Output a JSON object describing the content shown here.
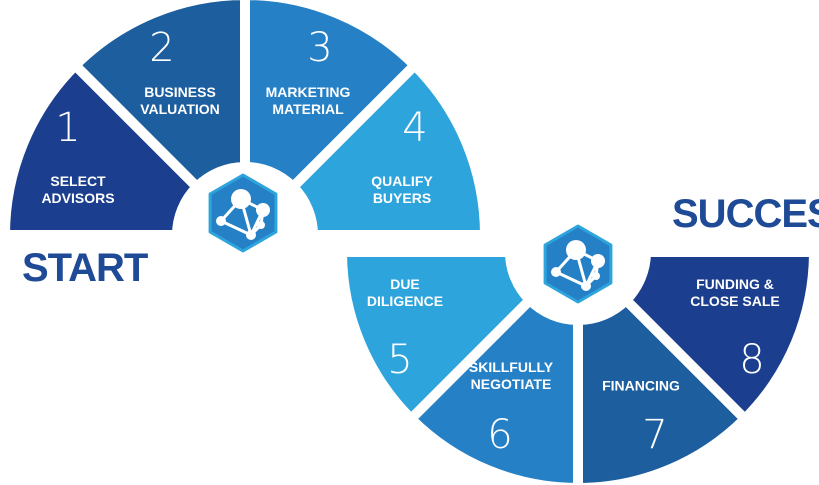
{
  "start_label": "START",
  "success_label": "SUCCESS",
  "colors": {
    "dark": "#1b3f8e",
    "mid_dark": "#1d5e9e",
    "mid": "#2580c6",
    "light": "#2ea4dd",
    "text": "#1e4a96"
  },
  "steps": [
    {
      "number": "1",
      "label_line1": "SELECT",
      "label_line2": "ADVISORS",
      "color": "#1b3f8e"
    },
    {
      "number": "2",
      "label_line1": "BUSINESS",
      "label_line2": "VALUATION",
      "color": "#1d5e9e"
    },
    {
      "number": "3",
      "label_line1": "MARKETING",
      "label_line2": "MATERIAL",
      "color": "#2580c6"
    },
    {
      "number": "4",
      "label_line1": "QUALIFY",
      "label_line2": "BUYERS",
      "color": "#2ea4dd"
    },
    {
      "number": "5",
      "label_line1": "DUE",
      "label_line2": "DILIGENCE",
      "color": "#2ea4dd"
    },
    {
      "number": "6",
      "label_line1": "SKILLFULLY",
      "label_line2": "NEGOTIATE",
      "color": "#2580c6"
    },
    {
      "number": "7",
      "label_line1": "FINANCING",
      "label_line2": "",
      "color": "#1d5e9e"
    },
    {
      "number": "8",
      "label_line1": "FUNDING &",
      "label_line2": "CLOSE SALE",
      "color": "#1b3f8e"
    }
  ],
  "icons": [
    "network-hexagon-icon",
    "network-hexagon-icon"
  ]
}
